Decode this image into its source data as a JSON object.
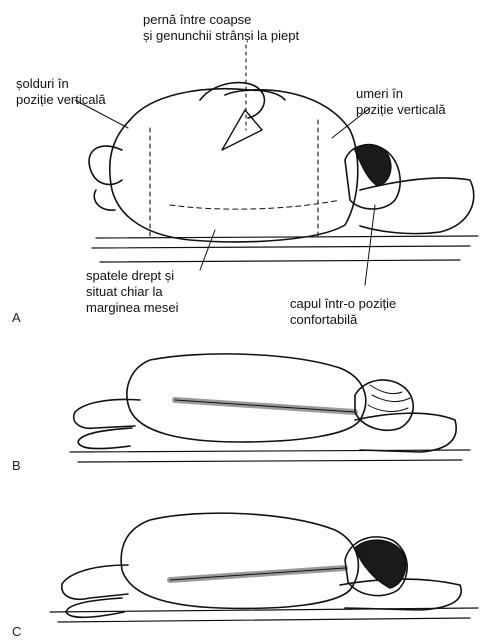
{
  "labels": {
    "pillow": [
      "pernă între coapse",
      "și genunchii strânși la piept"
    ],
    "hips": [
      "șolduri în",
      "poziție verticală"
    ],
    "shoulders": [
      "umeri în",
      "poziție verticală"
    ],
    "back": [
      "spatele drept și",
      "situat chiar la",
      "marginea mesei"
    ],
    "head": [
      "capul într-o poziție",
      "confortabilă"
    ]
  },
  "panels": [
    "A",
    "B",
    "C"
  ],
  "colors": {
    "ink": "#111111",
    "hair": "#1a1a1a",
    "stripe": "#9a9a9a"
  }
}
